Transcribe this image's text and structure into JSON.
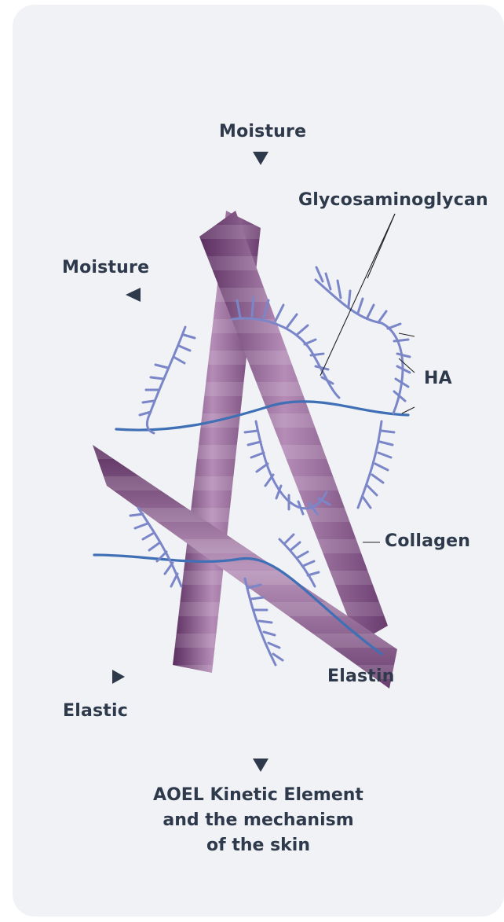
{
  "labels": {
    "moisture_top": "Moisture",
    "moisture_left": "Moisture",
    "glycosaminoglycan": "Glycosaminoglycan",
    "ha": "HA",
    "collagen": "Collagen",
    "elastin": "Elastin",
    "elastic": "Elastic"
  },
  "caption": {
    "line1": "AOEL Kinetic Element",
    "line2": "and the mechanism",
    "line3": "of the skin"
  },
  "colors": {
    "background": "#f0f2f5",
    "text": "#2e3a4b",
    "collagen_fiber": "#8a5a8c",
    "elastin_fiber": "#3f6fb5",
    "glycan_branch": "#7b86c9"
  }
}
